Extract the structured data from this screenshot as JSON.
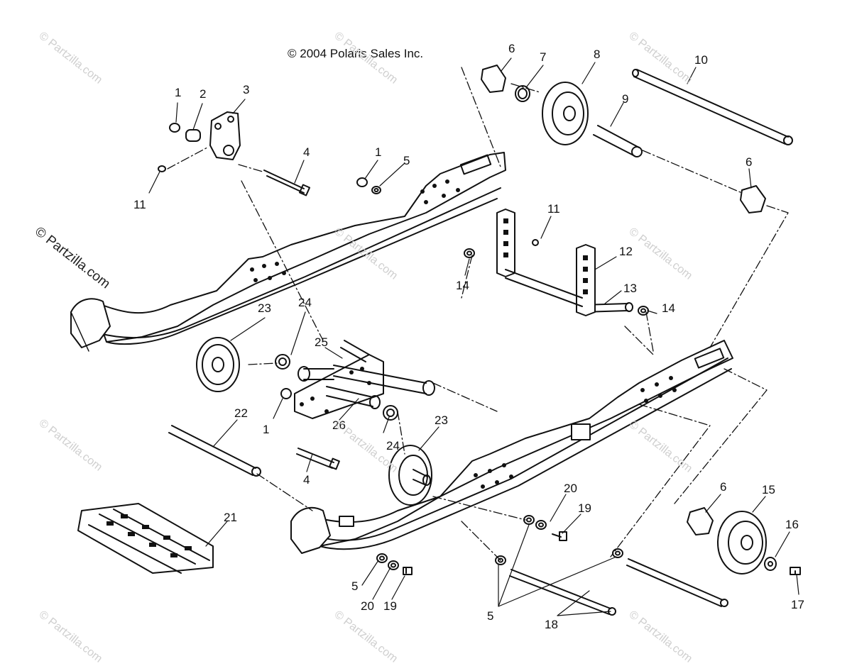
{
  "copyright": "© 2004 Polaris Sales Inc.",
  "watermark_main": "© Partzilla.com",
  "watermark_faint": "© Partzilla.com",
  "callouts": [
    {
      "label": "1"
    },
    {
      "label": "2"
    },
    {
      "label": "3"
    },
    {
      "label": "4"
    },
    {
      "label": "11"
    },
    {
      "label": "1"
    },
    {
      "label": "5"
    },
    {
      "label": "6"
    },
    {
      "label": "7"
    },
    {
      "label": "8"
    },
    {
      "label": "9"
    },
    {
      "label": "10"
    },
    {
      "label": "6"
    },
    {
      "label": "11"
    },
    {
      "label": "12"
    },
    {
      "label": "13"
    },
    {
      "label": "14"
    },
    {
      "label": "14"
    },
    {
      "label": "23"
    },
    {
      "label": "24"
    },
    {
      "label": "25"
    },
    {
      "label": "1"
    },
    {
      "label": "26"
    },
    {
      "label": "24"
    },
    {
      "label": "23"
    },
    {
      "label": "22"
    },
    {
      "label": "4"
    },
    {
      "label": "21"
    },
    {
      "label": "20"
    },
    {
      "label": "19"
    },
    {
      "label": "6"
    },
    {
      "label": "15"
    },
    {
      "label": "16"
    },
    {
      "label": "17"
    },
    {
      "label": "5"
    },
    {
      "label": "20"
    },
    {
      "label": "19"
    },
    {
      "label": "5"
    },
    {
      "label": "18"
    }
  ],
  "colors": {
    "ink": "#111111",
    "watermark": "#cfcfcf",
    "background": "#ffffff"
  }
}
